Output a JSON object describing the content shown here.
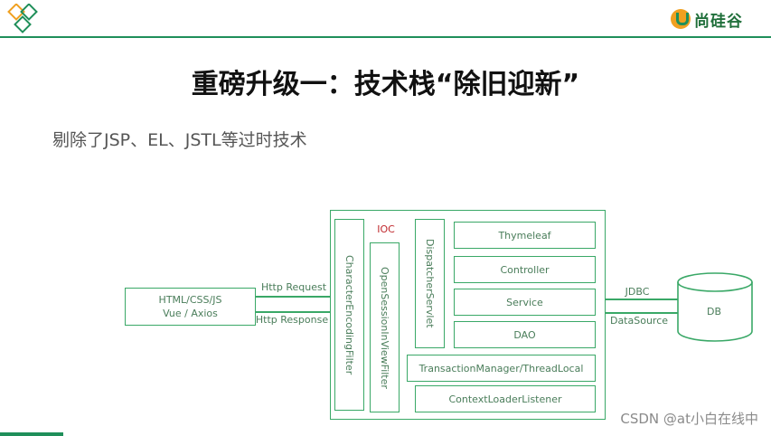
{
  "brand": {
    "name": "尚硅谷",
    "accent": "#1f8f5a",
    "logo_orange": "#f0a020"
  },
  "slide": {
    "title": "重磅升级一：技术栈“除旧迎新”",
    "subtitle": "剔除了JSP、EL、JSTL等过时技术"
  },
  "diagram": {
    "client": "HTML/CSS/JS\nVue / Axios",
    "http_request": "Http Request",
    "http_response": "Http Response",
    "ioc": "IOC",
    "filters": {
      "encoding": "CharacterEncodingFilter",
      "open_session": "OpenSessionInViewFilter",
      "dispatcher": "DispatcherServlet"
    },
    "layers": {
      "thymeleaf": "Thymeleaf",
      "controller": "Controller",
      "service": "Service",
      "dao": "DAO"
    },
    "transaction": "TransactionManager/ThreadLocal",
    "listener": "ContextLoaderListener",
    "jdbc": "JDBC",
    "datasource": "DataSource",
    "db": "DB"
  },
  "watermark": "CSDN @at小白在线中"
}
